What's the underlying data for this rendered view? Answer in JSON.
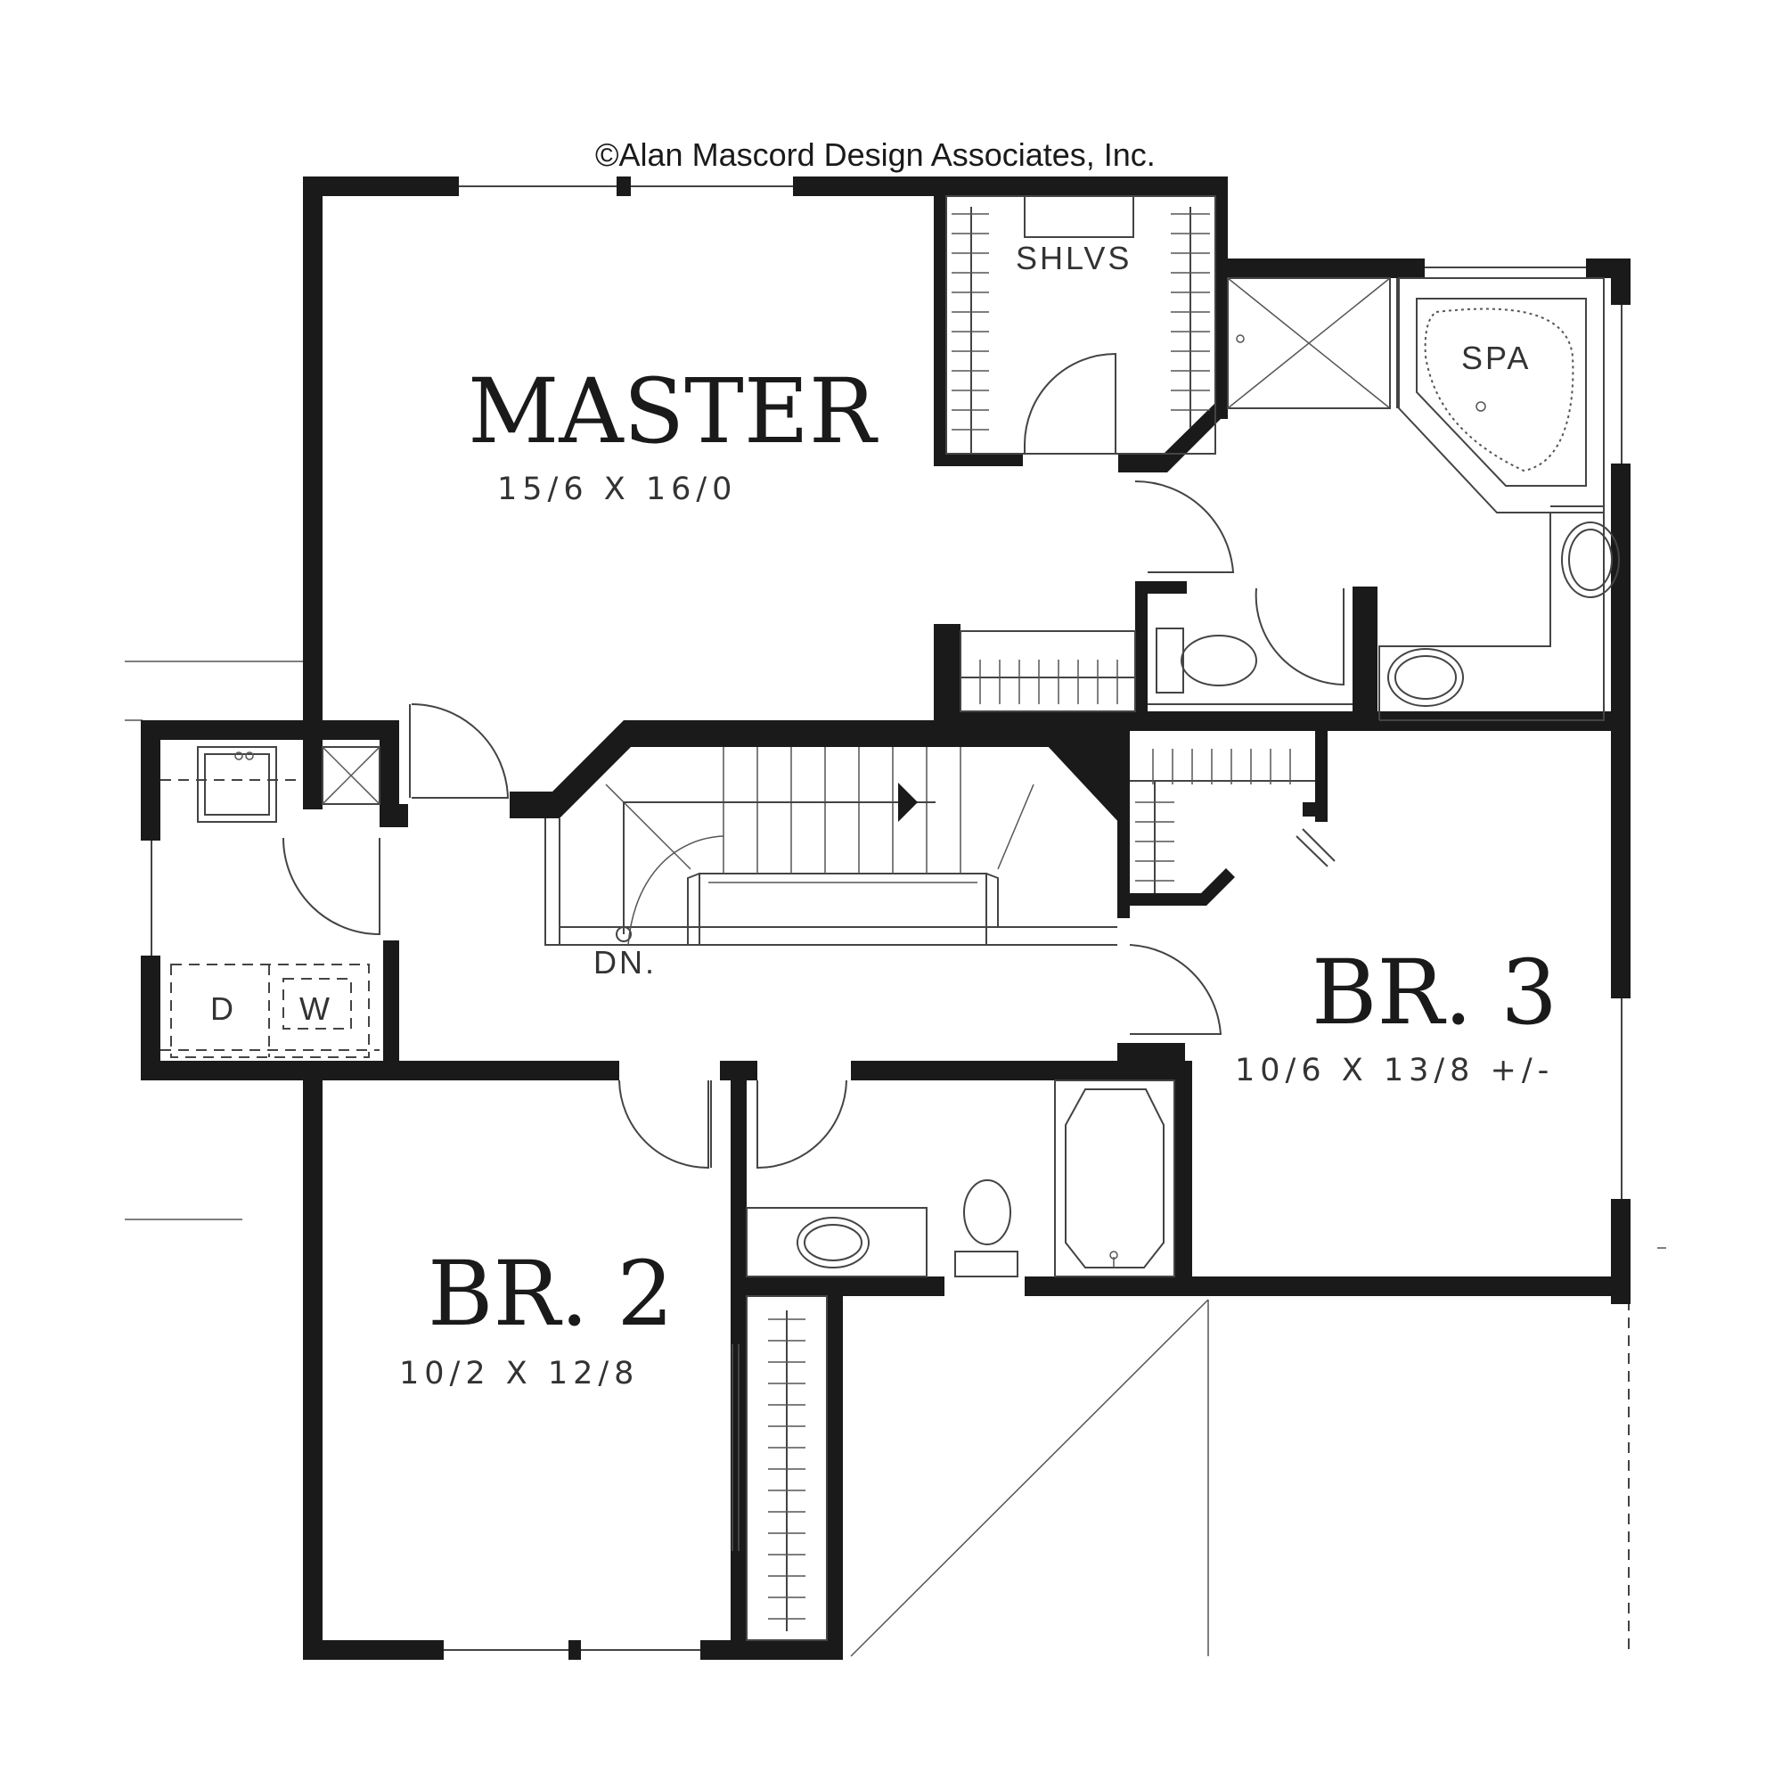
{
  "copyright": "©Alan Mascord Design Associates, Inc.",
  "rooms": {
    "master": {
      "name": "MASTER",
      "size": "15/6 X 16/0"
    },
    "br3": {
      "name": "BR. 3",
      "size": "10/6 X 13/8 +/-"
    },
    "br2": {
      "name": "BR. 2",
      "size": "10/2 X 12/8"
    }
  },
  "labels": {
    "shelves": "SHLVS",
    "spa": "SPA",
    "stairs_down": "DN.",
    "dryer": "D",
    "washer": "W"
  }
}
